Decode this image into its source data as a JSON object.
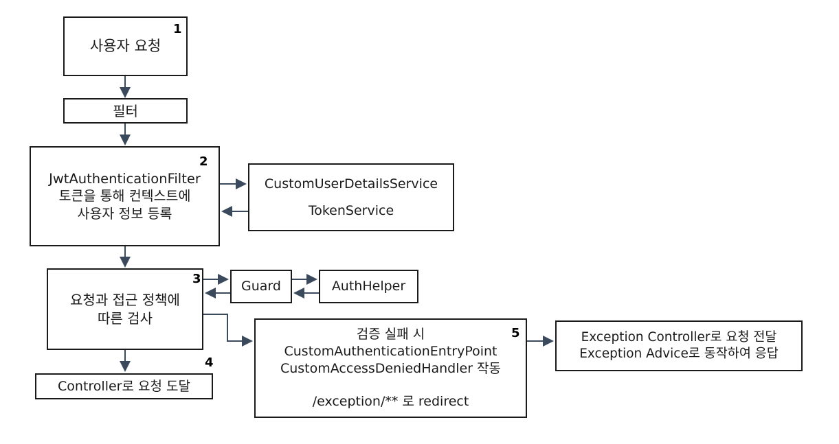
{
  "colors": {
    "border": "#1a1a1a",
    "arrow": "#3a4a5c",
    "text": "#1a1a1a"
  },
  "steps": {
    "user_request": {
      "label": "사용자 요청",
      "number": "1"
    },
    "filter": {
      "label": "필터"
    },
    "jwt_filter": {
      "number": "2",
      "lines": [
        "JwtAuthenticationFilter",
        "토큰을 통해 컨텍스트에",
        "사용자 정보 등록"
      ]
    },
    "services": {
      "lines": [
        "CustomUserDetailsService",
        "TokenService"
      ]
    },
    "access_check": {
      "number": "3",
      "lines": [
        "요청과 접근 정책에",
        "따른 검사"
      ]
    },
    "guard": {
      "label": "Guard"
    },
    "auth_helper": {
      "label": "AuthHelper"
    },
    "controller": {
      "number": "4",
      "label": "Controller로 요청 도달"
    },
    "failure": {
      "number": "5",
      "lines": [
        "검증 실패 시",
        "CustomAuthenticationEntryPoint",
        "CustomAccessDeniedHandler 작동",
        "",
        "/exception/** 로 redirect"
      ]
    },
    "exception": {
      "lines": [
        "Exception Controller로 요청 전달",
        "Exception Advice로 동작하여 응답"
      ]
    }
  }
}
